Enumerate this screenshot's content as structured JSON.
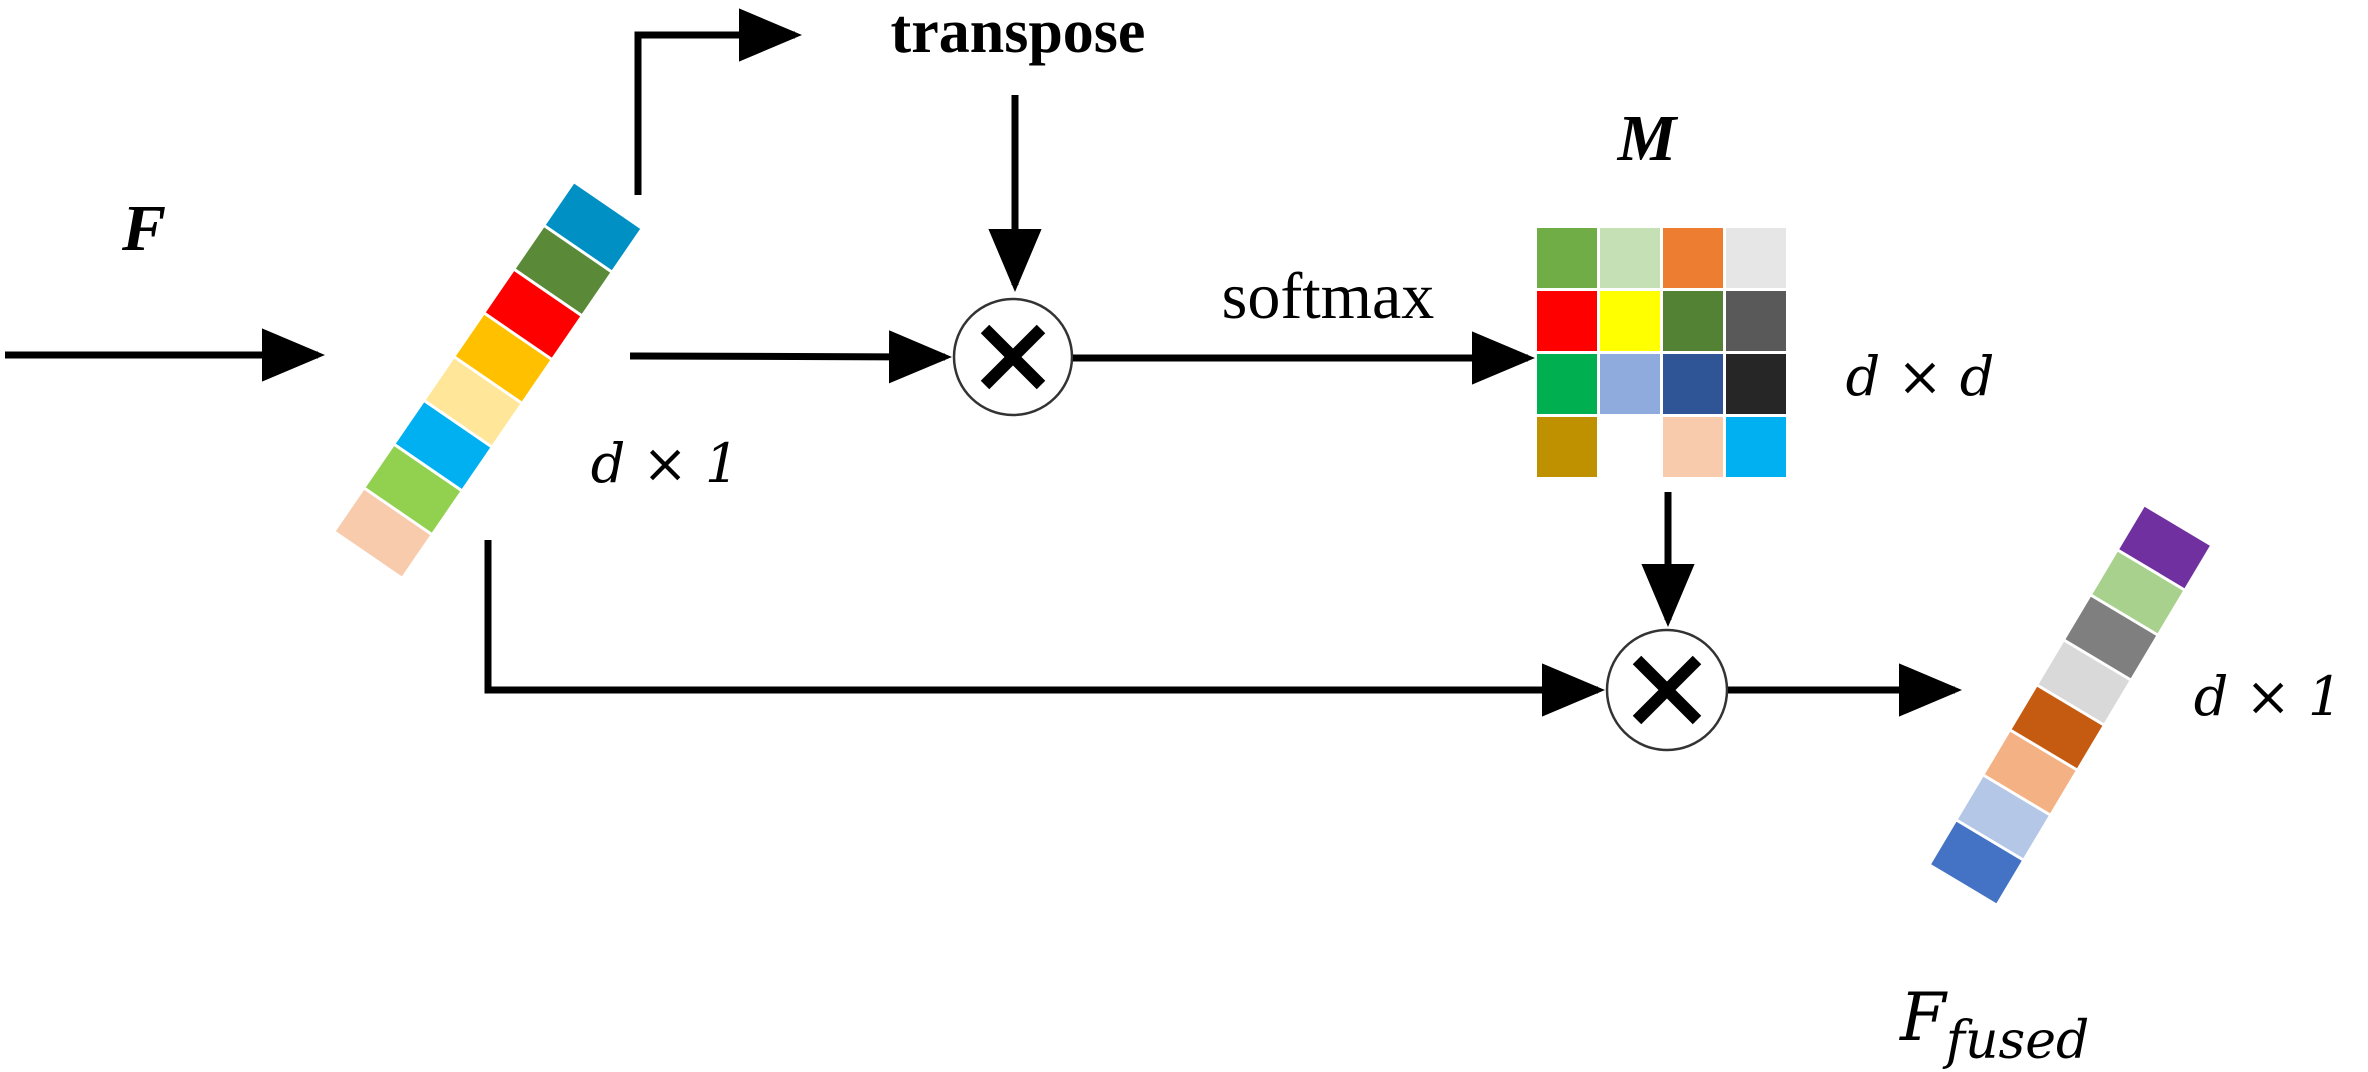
{
  "labels": {
    "input_feature": "F",
    "transpose": "transpose",
    "softmax": "softmax",
    "matrix": "M",
    "input_dim": "d × 1",
    "matrix_dim": "d × d",
    "output_dim": "d × 1",
    "output_main": "F",
    "output_sub": "fused"
  },
  "operators": {
    "multiply_symbol": "×"
  },
  "input_vector": {
    "colors_top_to_bottom": [
      "#0090c4",
      "#5a8a38",
      "#ff0000",
      "#ffc000",
      "#ffe699",
      "#00b0f0",
      "#92d050",
      "#f8cbad"
    ]
  },
  "matrix_cells": [
    [
      "#70ad47",
      "#c5e0b4",
      "#ed7d31",
      "#e7e6e6"
    ],
    [
      "#ff0000",
      "#ffff00",
      "#548235",
      "#595959"
    ],
    [
      "#00b050",
      "#8faadc",
      "#2f5597",
      "#262626"
    ],
    [
      "#bf9000",
      null,
      "#f8cbad",
      "#00b0f0"
    ]
  ],
  "output_vector": {
    "colors_top_to_bottom": [
      "#7030a0",
      "#a9d18e",
      "#7f7f7f",
      "#d9d9d9",
      "#c55a11",
      "#f4b183",
      "#b4c7e7",
      "#4472c4"
    ]
  }
}
